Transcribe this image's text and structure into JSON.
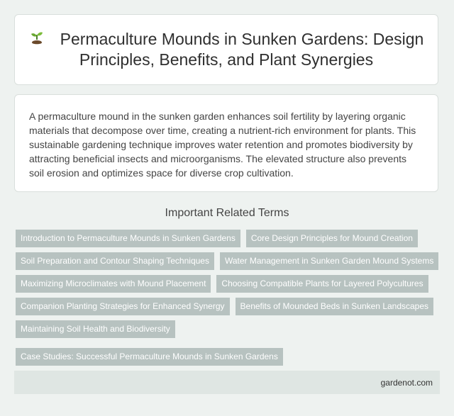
{
  "header": {
    "icon": "sprout-icon",
    "title": "Permaculture Mounds in Sunken Gardens: Design Principles, Benefits, and Plant Synergies"
  },
  "description": "A permaculture mound in the sunken garden enhances soil fertility by layering organic materials that decompose over time, creating a nutrient-rich environment for plants. This sustainable gardening technique improves water retention and promotes biodiversity by attracting beneficial insects and microorganisms. The elevated structure also prevents soil erosion and optimizes space for diverse crop cultivation.",
  "related": {
    "heading": "Important Related Terms",
    "terms": [
      "Introduction to Permaculture Mounds in Sunken Gardens",
      "Core Design Principles for Mound Creation",
      "Soil Preparation and Contour Shaping Techniques",
      "Water Management in Sunken Garden Mound Systems",
      "Maximizing Microclimates with Mound Placement",
      "Choosing Compatible Plants for Layered Polycultures",
      "Companion Planting Strategies for Enhanced Synergy",
      "Benefits of Mounded Beds in Sunken Landscapes",
      "Maintaining Soil Health and Biodiversity",
      "Case Studies: Successful Permaculture Mounds in Sunken Gardens"
    ]
  },
  "footer": {
    "site": "gardenot.com"
  },
  "colors": {
    "background": "#eef2f0",
    "tag_bg": "#b7c2c0",
    "footer_bg": "#dfe6e3"
  }
}
